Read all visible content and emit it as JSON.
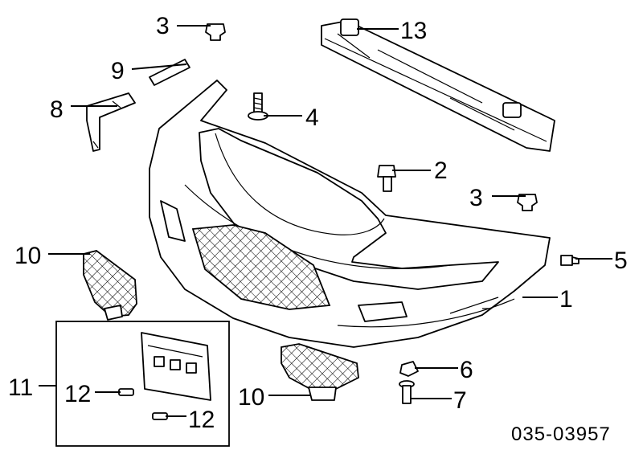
{
  "diagram": {
    "diagram_code": "035-03957",
    "labels": [
      "1",
      "2",
      "3",
      "3",
      "4",
      "5",
      "6",
      "7",
      "8",
      "9",
      "10",
      "10",
      "11",
      "12",
      "12",
      "13"
    ],
    "colors": {
      "ink": "#000000",
      "paper": "#ffffff"
    }
  }
}
